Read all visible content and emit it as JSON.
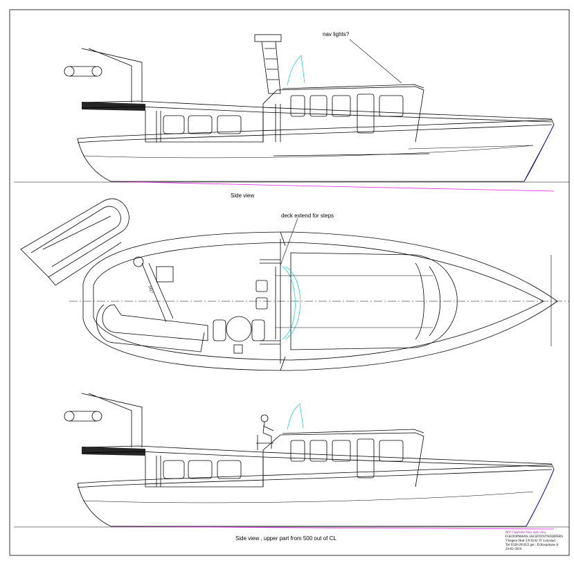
{
  "views": {
    "side_view_label": "Side view",
    "side_view_upper_label": "Side view , upper part from 500 out of CL"
  },
  "annotations": {
    "nav_lights": "nav lights?",
    "deck_extend": "deck extend for steps",
    "dimension": "2417"
  },
  "title_block": {
    "line1": "MV Charlotte New side view",
    "line2": "D.KOOPMANS JACHTONTWERPERS",
    "line3": "Vliegenr Hoit 2/6 8242 JV Lelystad",
    "line4": "Tel 0320-261022 get : D.Koopmans Jr",
    "line5": "29-02-2016"
  },
  "colors": {
    "line": "#000000",
    "accent_cyan": "#20c8e0",
    "waterline_magenta": "#e020e0",
    "stem_blue": "#1a1aa0"
  }
}
